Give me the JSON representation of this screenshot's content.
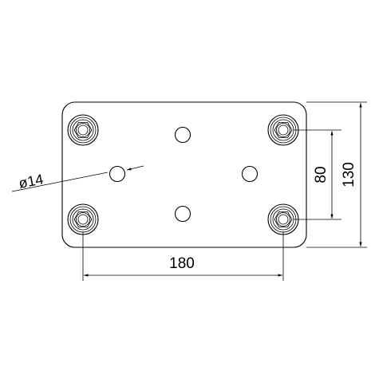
{
  "drawing": {
    "dimensions": {
      "hole_diameter": "ø14",
      "width_between_bolts": "180",
      "height_between_bolts": "80",
      "overall_height": "130"
    },
    "line_color": "#000000",
    "background": "#ffffff"
  }
}
